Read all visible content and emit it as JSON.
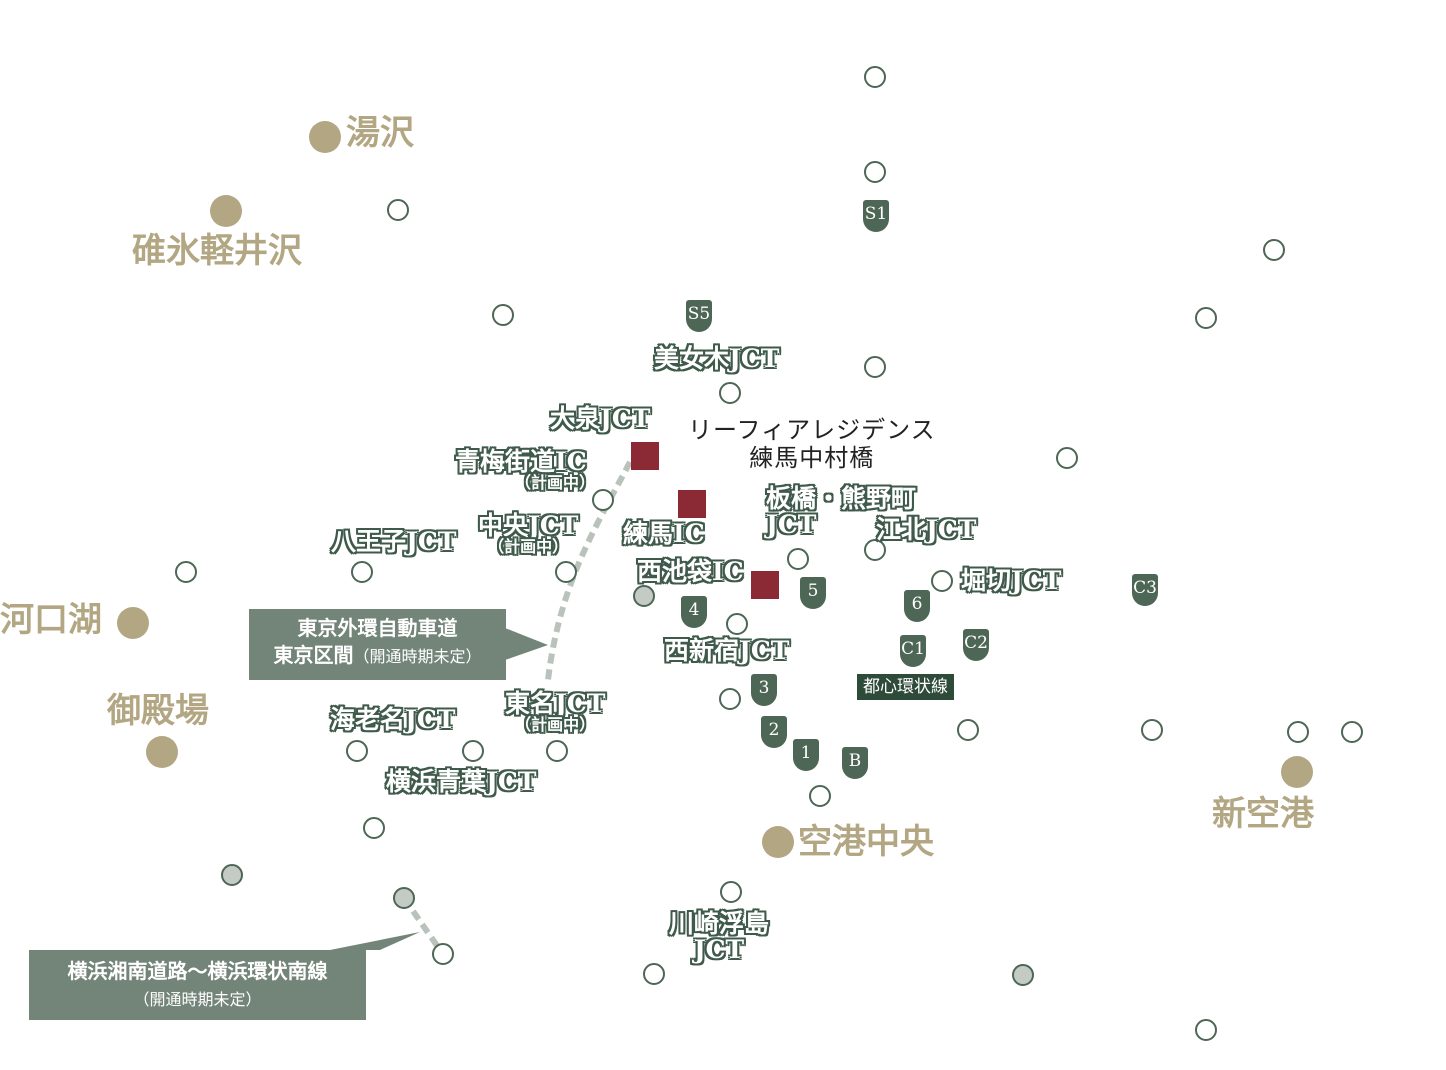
{
  "colors": {
    "city": "#b3a683",
    "label_outline": "#3f5a4a",
    "marker_square": "#8b2a35",
    "callout_bg": "#738478",
    "shield_bg": "#4d6655",
    "loop_badge_bg": "#2e4a38"
  },
  "cities": [
    {
      "text": "湯沢"
    },
    {
      "text": "碓氷軽井沢"
    },
    {
      "text": "河口湖"
    },
    {
      "text": "御殿場"
    },
    {
      "text": "空港中央"
    },
    {
      "text": "新空港"
    }
  ],
  "junctions": [
    {
      "text": "美女木JCT"
    },
    {
      "text": "大泉JCT"
    },
    {
      "text": "青梅街道IC",
      "sub": "（計画中）"
    },
    {
      "text": "練馬IC"
    },
    {
      "text": "中央JCT",
      "sub": "（計画中）"
    },
    {
      "text": "八王子JCT"
    },
    {
      "text": "西池袋IC"
    },
    {
      "text": "板橋・熊野町",
      "line2": "JCT"
    },
    {
      "text": "江北JCT"
    },
    {
      "text": "堀切JCT"
    },
    {
      "text": "西新宿JCT"
    },
    {
      "text": "東名JCT",
      "sub": "（計画中）"
    },
    {
      "text": "海老名JCT"
    },
    {
      "text": "横浜青葉JCT"
    },
    {
      "text": "川崎浮島",
      "line2": "JCT"
    }
  ],
  "residence": {
    "line1": "リーフィアレジデンス",
    "line2": "練馬中村橋"
  },
  "callouts": {
    "gaikan": {
      "line1": "東京外環自動車道",
      "line2": "東京区間",
      "note": "（開通時期未定）"
    },
    "shonan": {
      "line1": "横浜湘南道路～横浜環状南線",
      "note": "（開通時期未定）"
    }
  },
  "loop_badge": "都心環状線",
  "shields": [
    "S1",
    "S5",
    "5",
    "4",
    "6",
    "C1",
    "C2",
    "C3",
    "3",
    "2",
    "1",
    "B"
  ]
}
